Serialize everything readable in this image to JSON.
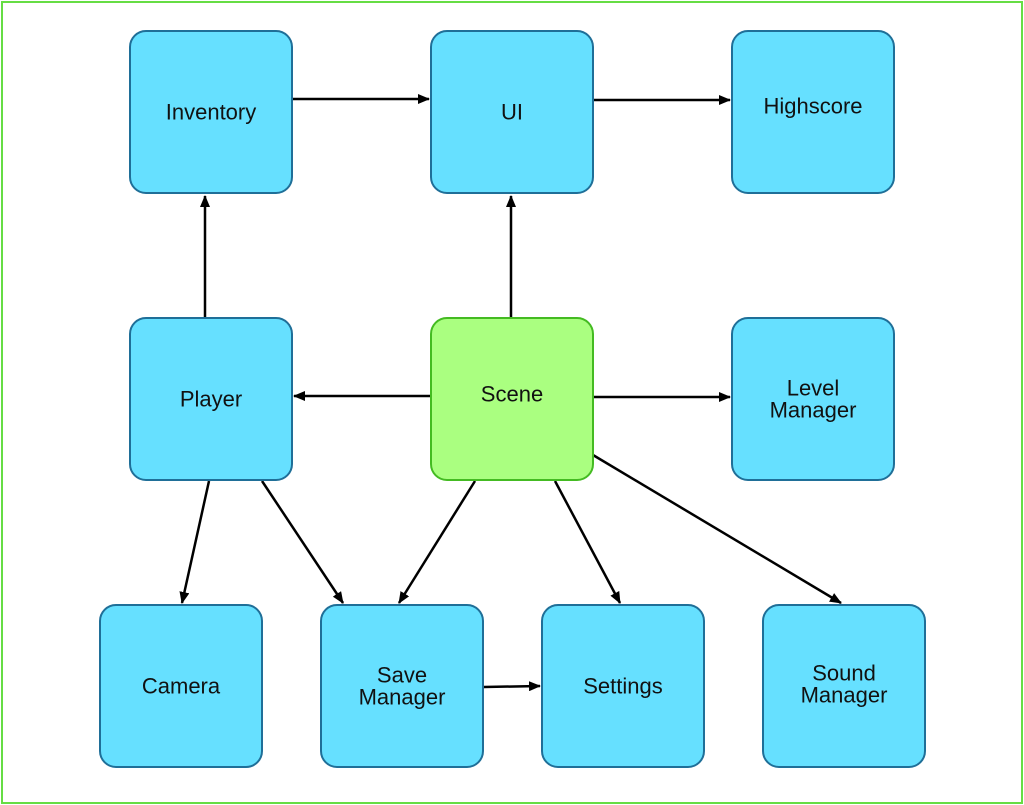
{
  "diagram": {
    "colors": {
      "node_fill": "#66e0ff",
      "node_stroke": "#1f6f98",
      "root_fill": "#aaff80",
      "root_stroke": "#44bb22",
      "edge": "#000000",
      "frame": "#66dd44"
    },
    "nodes": [
      {
        "id": "inventory",
        "lines": [
          "Inventory"
        ],
        "root": false
      },
      {
        "id": "ui",
        "lines": [
          "UI"
        ],
        "root": false
      },
      {
        "id": "highscore",
        "lines": [
          "Highscore"
        ],
        "root": false
      },
      {
        "id": "player",
        "lines": [
          "Player"
        ],
        "root": false
      },
      {
        "id": "scene",
        "lines": [
          "Scene"
        ],
        "root": true
      },
      {
        "id": "level-manager",
        "lines": [
          "Level",
          "Manager"
        ],
        "root": false
      },
      {
        "id": "camera",
        "lines": [
          "Camera"
        ],
        "root": false
      },
      {
        "id": "save-manager",
        "lines": [
          "Save",
          "Manager"
        ],
        "root": false
      },
      {
        "id": "settings",
        "lines": [
          "Settings"
        ],
        "root": false
      },
      {
        "id": "sound-manager",
        "lines": [
          "Sound",
          "Manager"
        ],
        "root": false
      }
    ],
    "edges": [
      {
        "from": "inventory",
        "to": "ui"
      },
      {
        "from": "ui",
        "to": "highscore"
      },
      {
        "from": "player",
        "to": "inventory"
      },
      {
        "from": "scene",
        "to": "ui"
      },
      {
        "from": "scene",
        "to": "player"
      },
      {
        "from": "scene",
        "to": "level-manager"
      },
      {
        "from": "player",
        "to": "camera"
      },
      {
        "from": "player",
        "to": "save-manager"
      },
      {
        "from": "scene",
        "to": "save-manager"
      },
      {
        "from": "scene",
        "to": "settings"
      },
      {
        "from": "scene",
        "to": "sound-manager"
      },
      {
        "from": "save-manager",
        "to": "settings"
      }
    ]
  }
}
